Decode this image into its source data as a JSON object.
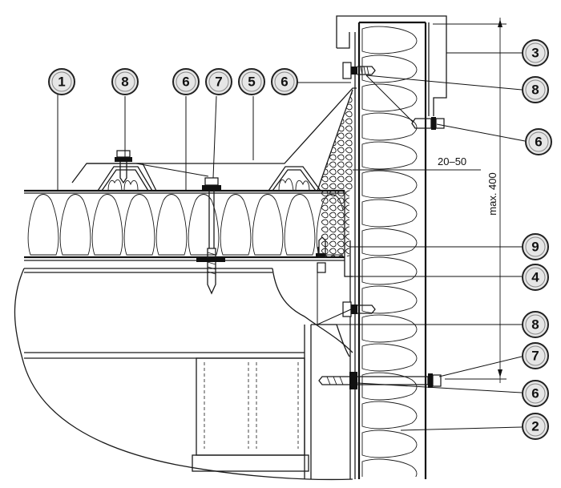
{
  "callouts": [
    {
      "id": "c1",
      "label": "1"
    },
    {
      "id": "c8a",
      "label": "8"
    },
    {
      "id": "c6a",
      "label": "6"
    },
    {
      "id": "c7a",
      "label": "7"
    },
    {
      "id": "c5",
      "label": "5"
    },
    {
      "id": "c6b",
      "label": "6"
    },
    {
      "id": "c3",
      "label": "3"
    },
    {
      "id": "c8b",
      "label": "8"
    },
    {
      "id": "c6c",
      "label": "6"
    },
    {
      "id": "c9",
      "label": "9"
    },
    {
      "id": "c4",
      "label": "4"
    },
    {
      "id": "c8c",
      "label": "8"
    },
    {
      "id": "c7b",
      "label": "7"
    },
    {
      "id": "c6d",
      "label": "6"
    },
    {
      "id": "c2",
      "label": "2"
    }
  ],
  "dimensions": {
    "gap": "20–50",
    "max_height": "max. 400"
  }
}
